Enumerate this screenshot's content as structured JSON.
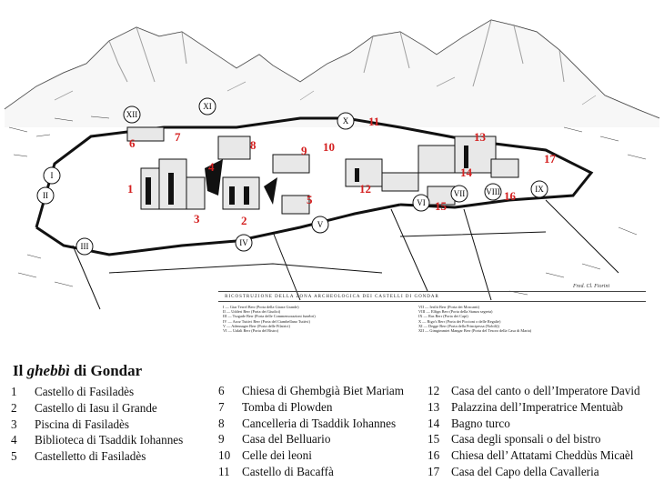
{
  "map": {
    "caption": "RICOSTRUZIONE DELLA ZONA ARCHEOLOGICA DEI CASTELLI DI GONDAR",
    "signature": "Fred. Cl. Fiorini",
    "gates_left": [
      "I — Giar Terrel Berr (Porta della Giarra Grande)",
      "II — Udderi Berr (Porta dei Giudici)",
      "III — Tsogade Berr (Porta delle Commemorazioni funebri)",
      "IV — Azoz Tuttivi Berr (Porta del Ciambellano Tuttivi)",
      "V — Adennager Berr (Porta delle Filatrici)",
      "VI — Ualali Berr (Porta del Bistro)"
    ],
    "gates_right": [
      "VII — Ierilti Berr (Porta dei Moscanti)",
      "VIII — Elfign Berr (Porta della Stanza segreta)",
      "IX — Ras Berr (Porta dei Capi)",
      "X — Rigo's Berr (Porta dei Piccioni o delle Regalie)",
      "XI — Degge Berr (Porta della Principessa (Nobili))",
      "XII — Gimgimmiet Mangar Berr (Porta del Tesoro della Casa di Maria)"
    ],
    "roman_markers": [
      "I",
      "II",
      "III",
      "IV",
      "V",
      "VI",
      "VII",
      "VIII",
      "IX",
      "X",
      "XI",
      "XII"
    ],
    "arabic_markers": [
      "1",
      "2",
      "3",
      "4",
      "5",
      "6",
      "7",
      "8",
      "9",
      "10",
      "11",
      "12",
      "13",
      "14",
      "15",
      "16",
      "17"
    ]
  },
  "legend": {
    "title": "Il ghebbì di Gondar",
    "title_plain_1": "Il ",
    "title_italic": "ghebbì",
    "title_plain_2": " di Gondar",
    "col1": [
      {
        "n": "1",
        "label": "Castello di Fasiladès"
      },
      {
        "n": "2",
        "label": "Castello di Iasu il Grande"
      },
      {
        "n": "3",
        "label": "Piscina di Fasiladès"
      },
      {
        "n": "4",
        "label": "Biblioteca di Tsaddik Iohannes"
      },
      {
        "n": "5",
        "label": "Castelletto di Fasiladès"
      }
    ],
    "col2": [
      {
        "n": "6",
        "label": "Chiesa di Ghembgià Biet Mariam"
      },
      {
        "n": "7",
        "label": "Tomba di Plowden"
      },
      {
        "n": "8",
        "label": "Cancelleria di Tsaddik Iohannes"
      },
      {
        "n": "9",
        "label": "Casa del Belluario"
      },
      {
        "n": "10",
        "label": "Celle dei leoni"
      },
      {
        "n": "11",
        "label": "Castello di Bacaffà"
      }
    ],
    "col3": [
      {
        "n": "12",
        "label": "Casa del canto o dell’Imperatore David"
      },
      {
        "n": "13",
        "label": "Palazzina dell’Imperatrice Mentuàb"
      },
      {
        "n": "14",
        "label": "Bagno turco"
      },
      {
        "n": "15",
        "label": "Casa degli sponsali  o del bistro"
      },
      {
        "n": "16",
        "label": "Chiesa dell’ Attatami Cheddùs Micaèl"
      },
      {
        "n": "17",
        "label": "Casa del Capo della Cavalleria"
      }
    ]
  },
  "colors": {
    "ink": "#1a1a1a",
    "marker_red": "#d42020",
    "paper": "#ffffff"
  }
}
